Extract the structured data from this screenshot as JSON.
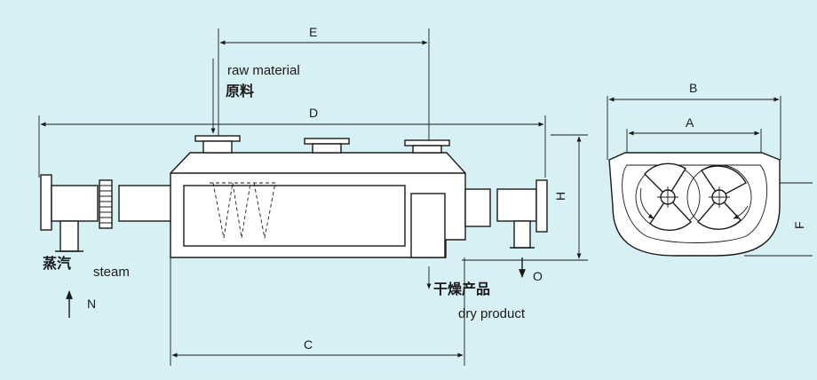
{
  "dimensions": {
    "a": "A",
    "b": "B",
    "c": "C",
    "d": "D",
    "e": "E",
    "f": "F",
    "h": "H"
  },
  "labels": {
    "raw_material_en": "raw material",
    "raw_material_cn": "原料",
    "steam_cn": "蒸汽",
    "steam_en": "steam",
    "steam_port": "N",
    "outlet_port": "O",
    "dry_product_cn": "干燥产品",
    "dry_product_en": "dry product"
  },
  "colors": {
    "background": "#d6f0f4",
    "line": "#1a1a1a",
    "body_fill": "#ffffff"
  }
}
